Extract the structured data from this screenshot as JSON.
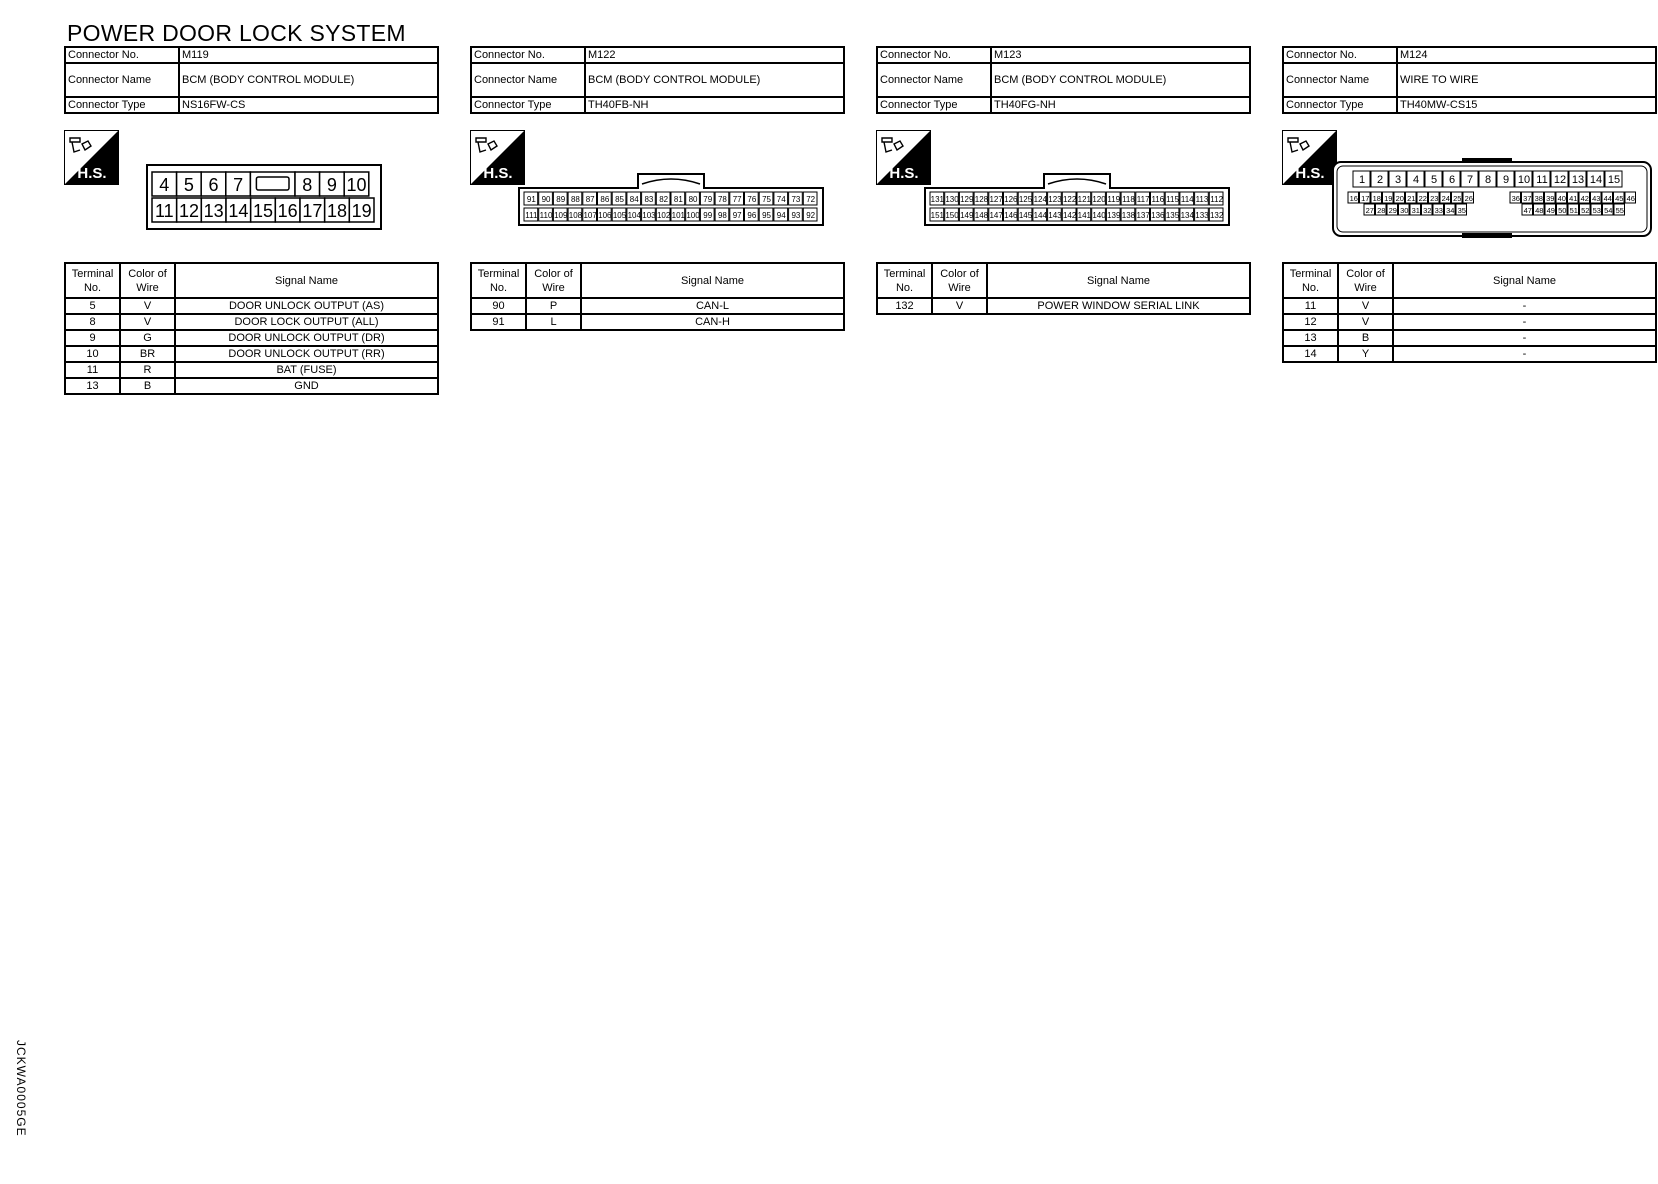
{
  "title": "POWER DOOR LOCK SYSTEM",
  "side_code": "JCKWA0005GE",
  "labels": {
    "connector_no": "Connector No.",
    "connector_name": "Connector Name",
    "connector_type": "Connector Type",
    "terminal_no": "Terminal No.",
    "color_of_wire": "Color of Wire",
    "signal_name": "Signal Name",
    "hs": "H.S."
  },
  "connectors": [
    {
      "no": "M119",
      "name": "BCM (BODY CONTROL MODULE)",
      "type": "NS16FW-CS",
      "face_top": [
        "4",
        "5",
        "6",
        "7",
        "",
        "8",
        "9",
        "10"
      ],
      "face_bottom": [
        "11",
        "12",
        "13",
        "14",
        "15",
        "16",
        "17",
        "18",
        "19"
      ],
      "pins": [
        {
          "t": "5",
          "c": "V",
          "s": "DOOR UNLOCK OUTPUT (AS)"
        },
        {
          "t": "8",
          "c": "V",
          "s": "DOOR LOCK OUTPUT (ALL)"
        },
        {
          "t": "9",
          "c": "G",
          "s": "DOOR UNLOCK OUTPUT (DR)"
        },
        {
          "t": "10",
          "c": "BR",
          "s": "DOOR UNLOCK OUTPUT (RR)"
        },
        {
          "t": "11",
          "c": "R",
          "s": "BAT (FUSE)"
        },
        {
          "t": "13",
          "c": "B",
          "s": "GND"
        }
      ]
    },
    {
      "no": "M122",
      "name": "BCM (BODY CONTROL MODULE)",
      "type": "TH40FB-NH",
      "face_top": [
        "91",
        "90",
        "89",
        "88",
        "87",
        "86",
        "85",
        "84",
        "83",
        "82",
        "81",
        "80",
        "79",
        "78",
        "77",
        "76",
        "75",
        "74",
        "73",
        "72"
      ],
      "face_bottom": [
        "111",
        "110",
        "109",
        "108",
        "107",
        "106",
        "105",
        "104",
        "103",
        "102",
        "101",
        "100",
        "99",
        "98",
        "97",
        "96",
        "95",
        "94",
        "93",
        "92"
      ],
      "pins": [
        {
          "t": "90",
          "c": "P",
          "s": "CAN-L"
        },
        {
          "t": "91",
          "c": "L",
          "s": "CAN-H"
        }
      ]
    },
    {
      "no": "M123",
      "name": "BCM (BODY CONTROL MODULE)",
      "type": "TH40FG-NH",
      "face_top": [
        "131",
        "130",
        "129",
        "128",
        "127",
        "126",
        "125",
        "124",
        "123",
        "122",
        "121",
        "120",
        "119",
        "118",
        "117",
        "116",
        "115",
        "114",
        "113",
        "112"
      ],
      "face_bottom": [
        "151",
        "150",
        "149",
        "148",
        "147",
        "146",
        "145",
        "144",
        "143",
        "142",
        "141",
        "140",
        "139",
        "138",
        "137",
        "136",
        "135",
        "134",
        "133",
        "132"
      ],
      "pins": [
        {
          "t": "132",
          "c": "V",
          "s": "POWER WINDOW SERIAL LINK"
        }
      ]
    },
    {
      "no": "M124",
      "name": "WIRE TO WIRE",
      "type": "TH40MW-CS15",
      "face_top": [
        "1",
        "2",
        "3",
        "4",
        "5",
        "6",
        "7",
        "8",
        "9",
        "10",
        "11",
        "12",
        "13",
        "14",
        "15"
      ],
      "face_mid_left": [
        "16",
        "17",
        "18",
        "19",
        "20",
        "21",
        "22",
        "23",
        "24",
        "25",
        "26"
      ],
      "face_mid_right": [
        "36",
        "37",
        "38",
        "39",
        "40",
        "41",
        "42",
        "43",
        "44",
        "45",
        "46"
      ],
      "face_bot_left": [
        "27",
        "28",
        "29",
        "30",
        "31",
        "32",
        "33",
        "34",
        "35"
      ],
      "face_bot_right": [
        "47",
        "48",
        "49",
        "50",
        "51",
        "52",
        "53",
        "54",
        "55"
      ],
      "pins": [
        {
          "t": "11",
          "c": "V",
          "s": "-"
        },
        {
          "t": "12",
          "c": "V",
          "s": "-"
        },
        {
          "t": "13",
          "c": "B",
          "s": "-"
        },
        {
          "t": "14",
          "c": "Y",
          "s": "-"
        }
      ]
    }
  ]
}
